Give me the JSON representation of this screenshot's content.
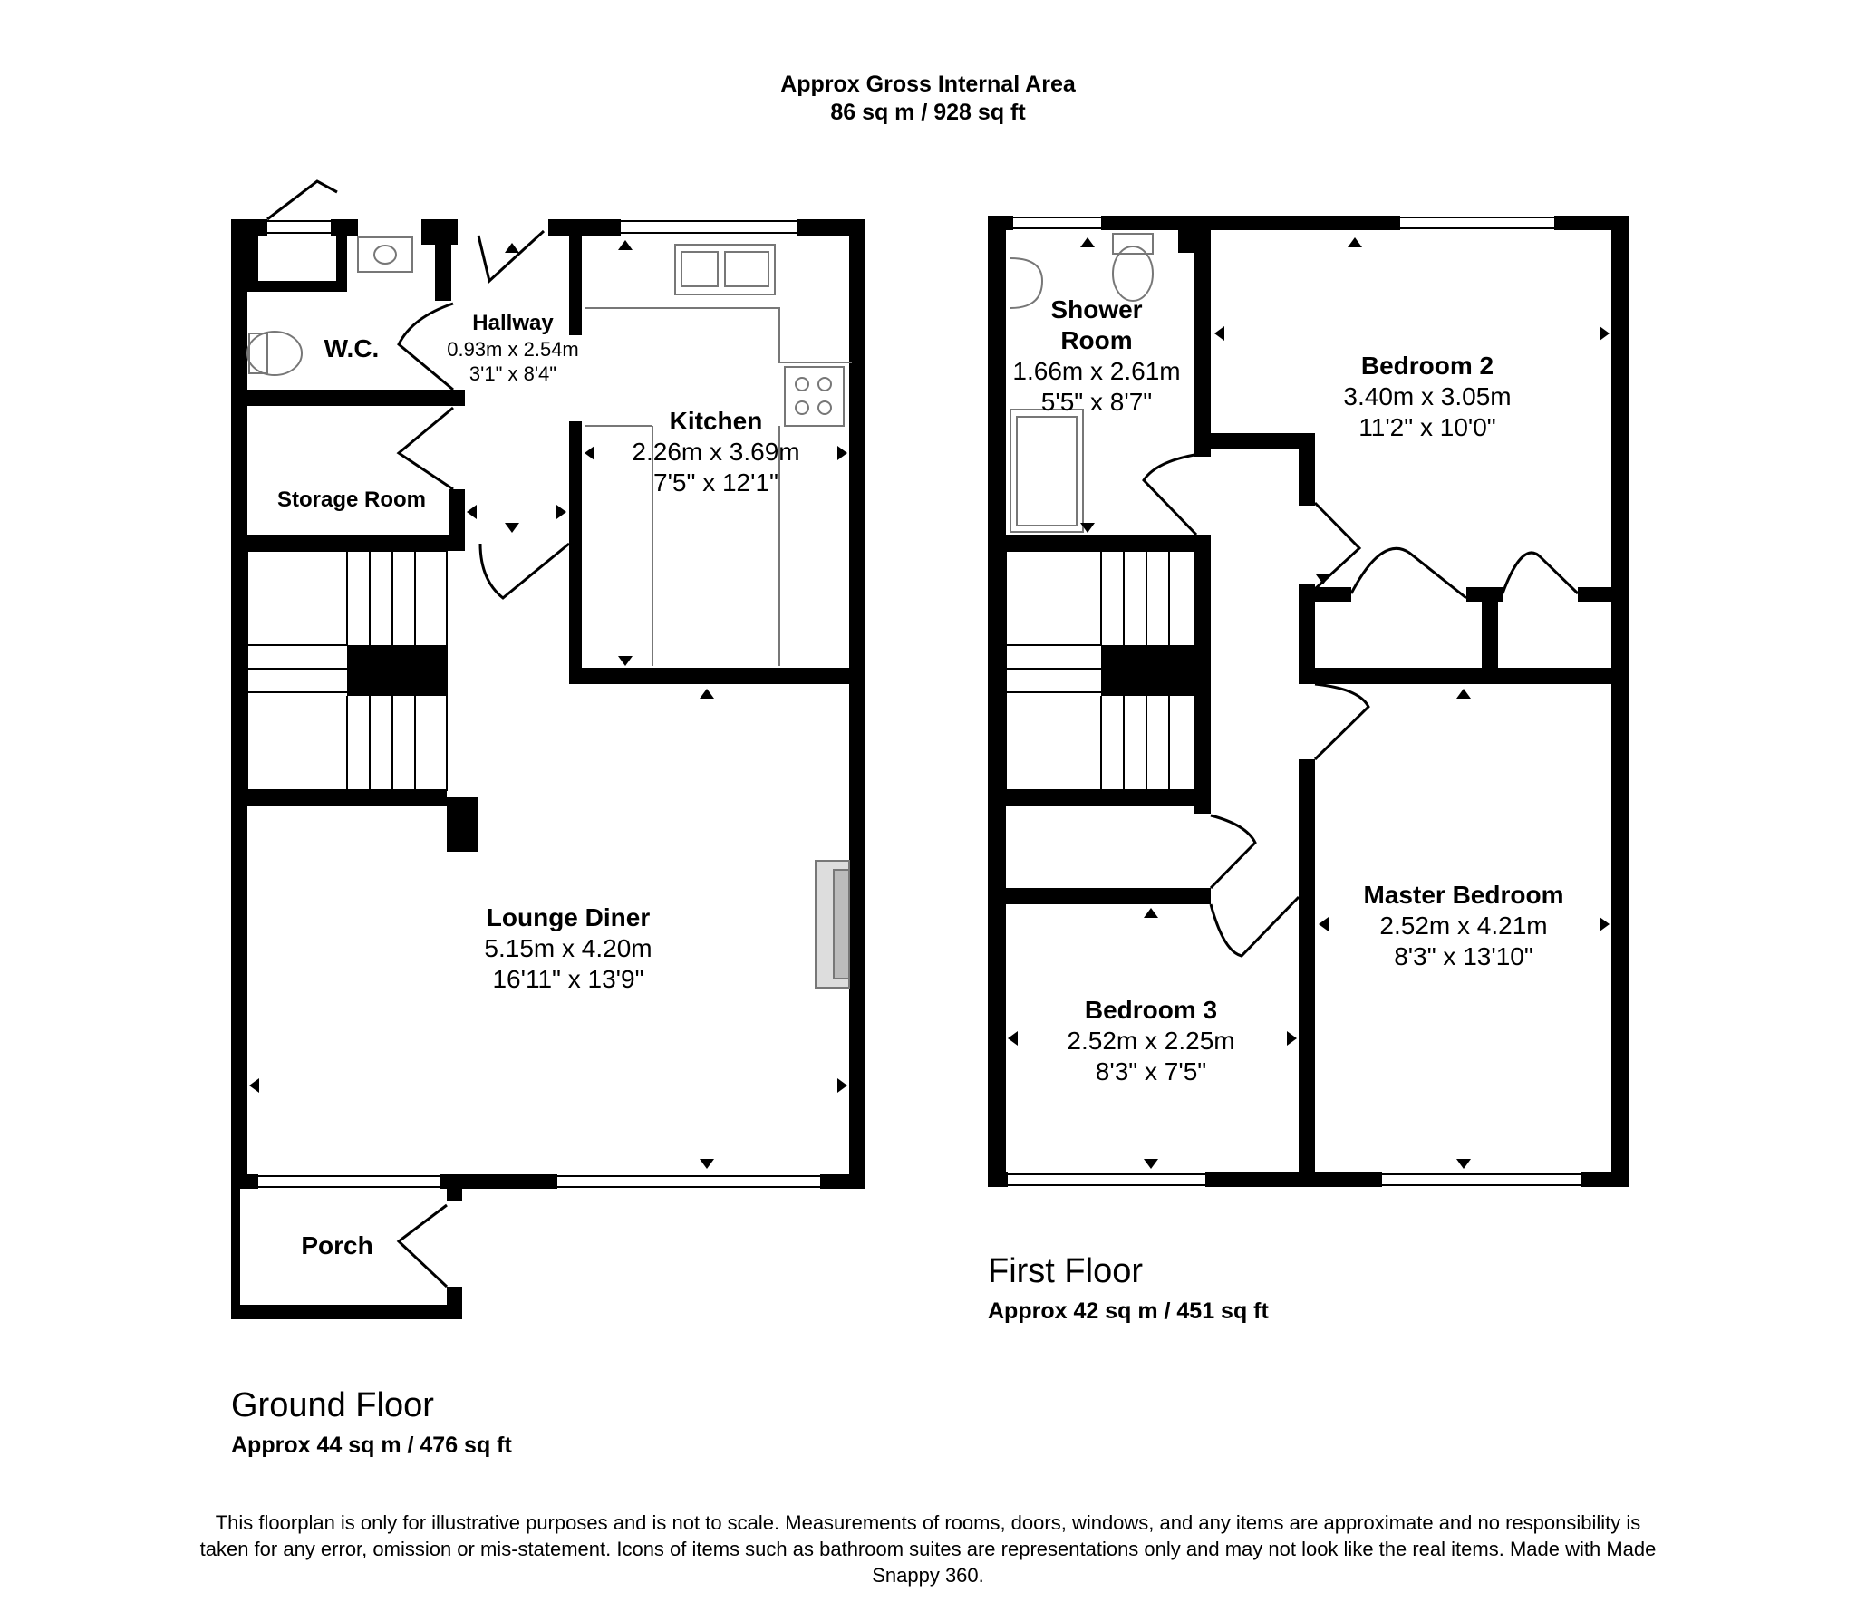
{
  "header": {
    "line1": "Approx Gross Internal Area",
    "line2": "86 sq m / 928 sq ft"
  },
  "ground_floor": {
    "title": "Ground Floor",
    "area": "Approx 44 sq m / 476 sq ft",
    "rooms": {
      "wc": {
        "name": "W.C."
      },
      "hallway": {
        "name": "Hallway",
        "metric": "0.93m x 2.54m",
        "imperial": "3'1\" x 8'4\""
      },
      "kitchen": {
        "name": "Kitchen",
        "metric": "2.26m x 3.69m",
        "imperial": "7'5\" x 12'1\""
      },
      "storage": {
        "name": "Storage Room"
      },
      "lounge": {
        "name": "Lounge Diner",
        "metric": "5.15m x 4.20m",
        "imperial": "16'11\" x 13'9\""
      },
      "porch": {
        "name": "Porch"
      }
    }
  },
  "first_floor": {
    "title": "First Floor",
    "area": "Approx 42 sq m / 451 sq ft",
    "rooms": {
      "shower": {
        "name_line1": "Shower",
        "name_line2": "Room",
        "metric": "1.66m x 2.61m",
        "imperial": "5'5\" x 8'7\""
      },
      "bedroom2": {
        "name": "Bedroom 2",
        "metric": "3.40m x 3.05m",
        "imperial": "11'2\" x 10'0\""
      },
      "master": {
        "name": "Master Bedroom",
        "metric": "2.52m x 4.21m",
        "imperial": "8'3\" x 13'10\""
      },
      "bedroom3": {
        "name": "Bedroom 3",
        "metric": "2.52m x 2.25m",
        "imperial": "8'3\" x 7'5\""
      }
    }
  },
  "disclaimer": "This floorplan is only for illustrative purposes and is not to scale. Measurements of rooms, doors, windows, and any items are approximate and no responsibility is taken for any error, omission or mis-statement. Icons of items such as bathroom suites are representations only and may not look like the real items. Made with Made Snappy 360.",
  "colors": {
    "wall": "#000000",
    "background": "#ffffff",
    "fixture": "#777777"
  }
}
